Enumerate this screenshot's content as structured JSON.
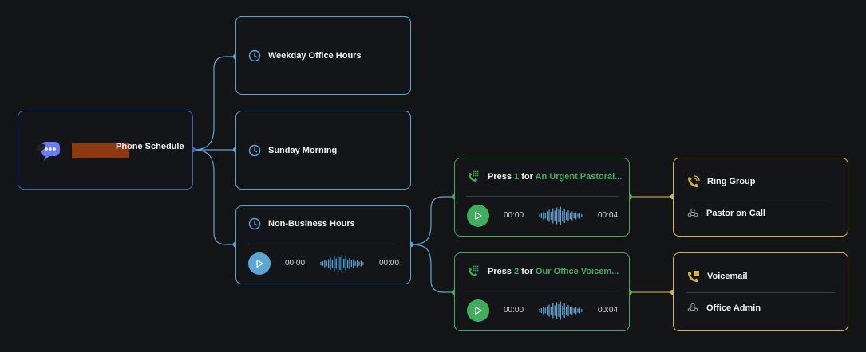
{
  "colors": {
    "blue": "#5aa6d6",
    "root": "#3a66c9",
    "green": "#3fae5c",
    "yellow": "#d6b53a",
    "background": "#131416"
  },
  "root": {
    "label": "Phone Schedule",
    "icon": "chat-bubble-icon"
  },
  "schedules": [
    {
      "label": "Weekday Office Hours",
      "icon": "clock-icon"
    },
    {
      "label": "Sunday Morning",
      "icon": "clock-icon"
    },
    {
      "label": "Non-Business Hours",
      "icon": "clock-icon",
      "audio": {
        "current": "00:00",
        "duration": "00:00"
      }
    }
  ],
  "menu_options": [
    {
      "prefix": "Press",
      "key": "1",
      "mid": "for",
      "target": "An Urgent Pastoral...",
      "icon": "phone-keypad-icon",
      "audio": {
        "current": "00:00",
        "duration": "00:04"
      }
    },
    {
      "prefix": "Press",
      "key": "2",
      "mid": "for",
      "target": "Our Office Voicem...",
      "icon": "phone-keypad-icon",
      "audio": {
        "current": "00:00",
        "duration": "00:04"
      }
    }
  ],
  "destinations": [
    {
      "type": "Ring Group",
      "type_icon": "phone-ringing-icon",
      "member": "Pastor on Call",
      "member_icon": "group-icon"
    },
    {
      "type": "Voicemail",
      "type_icon": "voicemail-icon",
      "member": "Office Admin",
      "member_icon": "group-icon"
    }
  ]
}
